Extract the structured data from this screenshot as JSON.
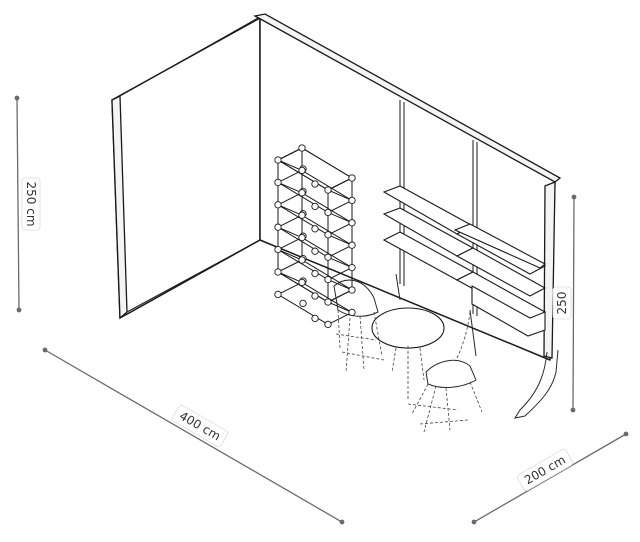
{
  "dimensions": {
    "height_left": "250 cm",
    "width_front": "400 cm",
    "depth_right": "200 cm",
    "height_right": "250"
  },
  "colors": {
    "line": "#1a1a1a",
    "dimension": "#6b6b6b",
    "background": "#ffffff"
  }
}
